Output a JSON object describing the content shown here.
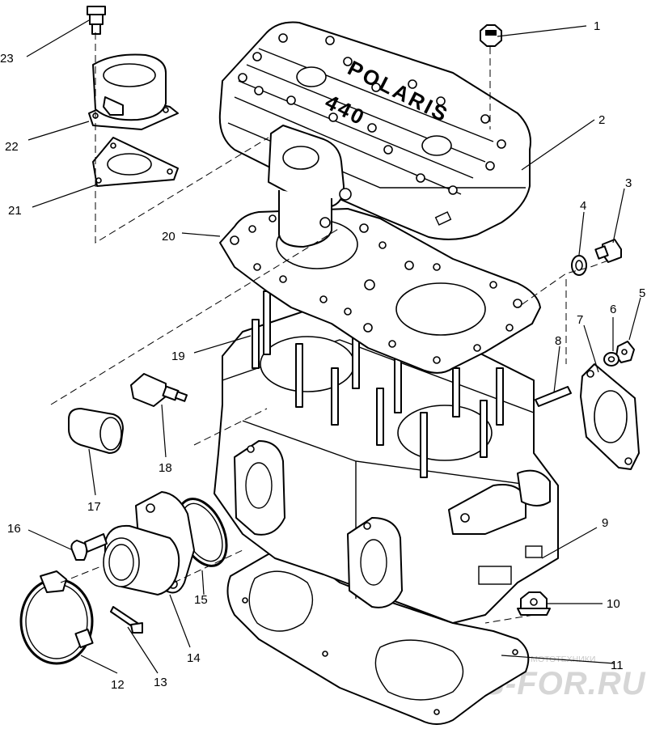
{
  "diagram": {
    "cover_brand_text": "POLARIS",
    "cover_model_text": "440",
    "callouts": [
      {
        "id": "c1",
        "label": "1"
      },
      {
        "id": "c2",
        "label": "2"
      },
      {
        "id": "c3",
        "label": "3"
      },
      {
        "id": "c4",
        "label": "4"
      },
      {
        "id": "c5",
        "label": "5"
      },
      {
        "id": "c6",
        "label": "6"
      },
      {
        "id": "c7",
        "label": "7"
      },
      {
        "id": "c8",
        "label": "8"
      },
      {
        "id": "c9",
        "label": "9"
      },
      {
        "id": "c10",
        "label": "10"
      },
      {
        "id": "c11",
        "label": "11"
      },
      {
        "id": "c12",
        "label": "12"
      },
      {
        "id": "c13",
        "label": "13"
      },
      {
        "id": "c14",
        "label": "14"
      },
      {
        "id": "c15",
        "label": "15"
      },
      {
        "id": "c16",
        "label": "16"
      },
      {
        "id": "c17",
        "label": "17"
      },
      {
        "id": "c18",
        "label": "18"
      },
      {
        "id": "c19",
        "label": "19"
      },
      {
        "id": "c20",
        "label": "20"
      },
      {
        "id": "c21",
        "label": "21"
      },
      {
        "id": "c22",
        "label": "22"
      },
      {
        "id": "c23",
        "label": "23"
      }
    ]
  },
  "watermark": {
    "line1": "ЗАПЧАСТИ И АКСЕССУАРЫ ДЛЯ МОТОТЕХНИКИ",
    "line2": "PARTS-FOR.RU"
  }
}
